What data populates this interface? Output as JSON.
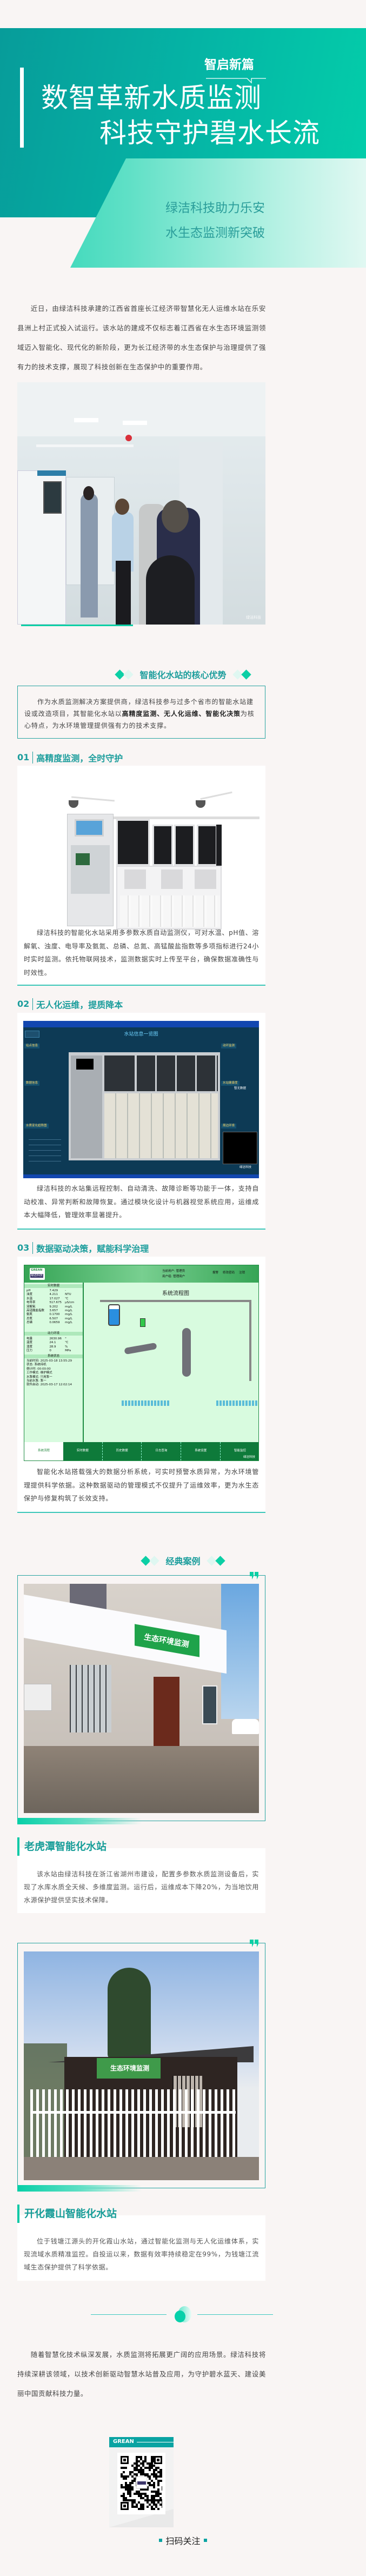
{
  "hero": {
    "tag": "智启新篇",
    "title_line1": "数智革新水质监测",
    "title_line2": "科技守护碧水长流",
    "subtitle_line1": "绿洁科技助力乐安",
    "subtitle_line2": "水生态监测新突破"
  },
  "intro": {
    "text": "近日，由绿洁科技承建的江西省首座长江经济带智慧化无人运维水站在乐安县洲上村正式投入试运行。该水站的建成不仅标志着江西省在水生态环境监测领域迈入智能化、现代化的新阶段，更为长江经济带的水生态保护与治理提供了强有力的技术支撑，展现了科技创新在生态保护中的重要作用。"
  },
  "photo1": {
    "watermark": "绿洁科技"
  },
  "advantages": {
    "title": "智能化水站的核心优势",
    "box_pre": "作为水质监测解决方案提供商，绿洁科技参与过多个省市的智能水站建设或改造项目，其智能化水站以",
    "box_bold": "高精度监测、无人化运维、智能化决策",
    "box_post": "为核心特点，为水环境管理提供强有力的技术支撑。"
  },
  "features": [
    {
      "num": "01",
      "title": "高精度监测，全时守护",
      "text": "绿洁科技的智能化水站采用多参数水质自动监测仪，可对水温、pH值、溶解氧、浊度、电导率及氨氮、总磷、总氮、高锰酸盐指数等多项指标进行24小时实时监测。依托物联网技术，监测数据实时上传至平台，确保数据准确性与时效性。"
    },
    {
      "num": "02",
      "title": "无人化运维，提质降本",
      "text": "绿洁科技的水站集远程控制、自动清洗、故障诊断等功能于一体，支持自动校准、异常判断和故障恢复。通过模块化设计与机器视觉系统应用，运维成本大幅降低，管理效率显著提升。"
    },
    {
      "num": "03",
      "title": "数据驱动决策，赋能科学治理",
      "text": "智能化水站搭载强大的数据分析系统，可实时预警水质异常，为水环境管理提供科学依据。这种数据驱动的管理模式不仅提升了运维效率，更为水生态保护与修复构筑了长效支持。"
    }
  ],
  "dashboard2": {
    "title": "水站信息一览图",
    "panels_left": [
      "站点信息",
      "数据信息",
      "水质变化趋势图"
    ],
    "panels_right": [
      "动环监测",
      "水站健康度",
      "周边环境"
    ],
    "no_data": "暂无数据",
    "watermark": "绿洁科技"
  },
  "dashboard3": {
    "logo_en": "GREAN",
    "logo_cn": "绿洁科技",
    "user": "当前用户: 管理员",
    "user_group": "用户组: 管理用户",
    "actions": [
      "报警",
      "修改密码",
      "注销"
    ],
    "flow_title": "系统流程图",
    "realtime_title": "实时数据",
    "realtime": [
      [
        "pH",
        "7.429",
        "-"
      ],
      [
        "浊度",
        "4.211",
        "NTU"
      ],
      [
        "水温",
        "17.027",
        "℃"
      ],
      [
        "电导率",
        "517.675",
        "μS/cm"
      ],
      [
        "溶解氧",
        "9.202",
        "mg/L"
      ],
      [
        "高锰酸盐指数",
        "3.657",
        "mg/L"
      ],
      [
        "氨氮",
        "0.1700",
        "mg/L"
      ],
      [
        "总氮",
        "6.507",
        "mg/L"
      ],
      [
        "总磷",
        "0.0659",
        "mg/L"
      ]
    ],
    "env_title": "动力环境",
    "env": [
      [
        "电量",
        "2630.96",
        "°"
      ],
      [
        "温度",
        "24.1",
        "℃"
      ],
      [
        "湿度",
        "28.9",
        "%"
      ],
      [
        "压力",
        "0",
        "MPa"
      ]
    ],
    "status_title": "系统状态",
    "status": [
      "当前时间: 2025-03-18 13:55:29",
      "状态: 系统待机",
      "倒计时: 00:00:00",
      "工作模式: 维护模式",
      "水泵模式: 只用泵一",
      "当前水泵: 泵一",
      "软件启动: 2025-03-17 12:02:14"
    ],
    "tabs": [
      "系统流程",
      "实时数据",
      "历史数据",
      "日志查询",
      "系统设置",
      "智能监控"
    ],
    "watermark": "绿洁科技"
  },
  "cases": {
    "title": "经典案例",
    "items": [
      {
        "name": "老虎潭智能化水站",
        "sign": "生态环境监测",
        "text": "该水站由绿洁科技在浙江省湖州市建设，配置多参数水质监测设备后，实现了水库水质全天候、多维度监测。运行后，运维成本下降20%，为当地饮用水源保护提供坚实技术保障。"
      },
      {
        "name": "开化霞山智能化水站",
        "sign": "生态环境监测",
        "text": "位于钱塘江源头的开化霞山水站，通过智能化监测与无人化运维体系，实现流域水质精准监控。自投运以来，数据有效率持续稳定在99%，为钱塘江流域生态保护提供了科学依据。"
      }
    ]
  },
  "conclusion": {
    "text": "随着智慧化技术纵深发展，水质监测将拓展更广阔的应用场景。绿洁科技将持续深耕该领域，以技术创新驱动智慧水站普及应用，为守护碧水蓝天、建设美丽中国贡献科技力量。"
  },
  "qr": {
    "brand": "GREAN",
    "caption": "扫码关注"
  },
  "colors": {
    "teal": "#1b9d9c",
    "accent": "#0ccfa5",
    "background": "#f9f5f4"
  }
}
